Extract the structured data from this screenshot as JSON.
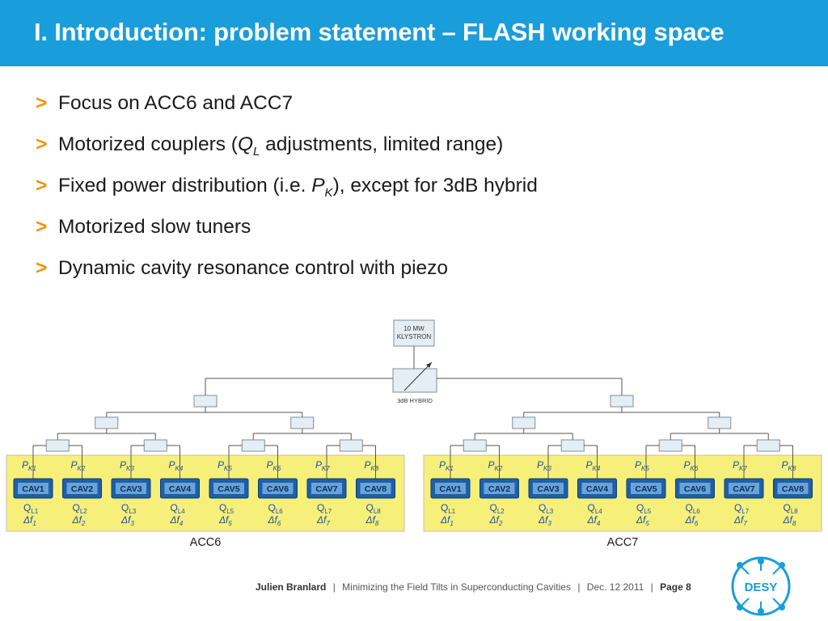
{
  "header": {
    "title": "I. Introduction: problem statement – FLASH working space"
  },
  "bullets": [
    {
      "pre": "Focus on ACC6 and ACC7",
      "sym": "",
      "sub": "",
      "post": ""
    },
    {
      "pre": "Motorized couplers (",
      "sym": "Q",
      "sub": "L",
      "post": " adjustments, limited range)"
    },
    {
      "pre": "Fixed power distribution (i.e. ",
      "sym": "P",
      "sub": "K",
      "post": "), except for 3dB hybrid"
    },
    {
      "pre": "Motorized slow tuners",
      "sym": "",
      "sub": "",
      "post": ""
    },
    {
      "pre": "Dynamic cavity resonance control with piezo",
      "sym": "",
      "sub": "",
      "post": ""
    }
  ],
  "diagram": {
    "klystron": [
      "10 MW",
      "KLYSTRON"
    ],
    "hybrid_label": "3dB HYBRID",
    "modules": [
      {
        "name": "ACC6",
        "cavities": [
          "CAV1",
          "CAV2",
          "CAV3",
          "CAV4",
          "CAV5",
          "CAV6",
          "CAV7",
          "CAV8"
        ],
        "pk": [
          "K1",
          "K2",
          "K3",
          "K4",
          "K5",
          "K6",
          "K7",
          "K8"
        ],
        "ql": [
          "L1",
          "L2",
          "L3",
          "L4",
          "L5",
          "L6",
          "L7",
          "L8"
        ],
        "df": [
          "1",
          "2",
          "3",
          "4",
          "5",
          "6",
          "7",
          "8"
        ]
      },
      {
        "name": "ACC7",
        "cavities": [
          "CAV1",
          "CAV2",
          "CAV3",
          "CAV4",
          "CAV5",
          "CAV6",
          "CAV7",
          "CAV8"
        ],
        "pk": [
          "K1",
          "K2",
          "K3",
          "K4",
          "K5",
          "K6",
          "K7",
          "K8"
        ],
        "ql": [
          "L1",
          "L2",
          "L3",
          "L4",
          "L5",
          "L6",
          "L7",
          "L8"
        ],
        "df": [
          "1",
          "2",
          "3",
          "4",
          "5",
          "6",
          "7",
          "8"
        ]
      }
    ],
    "symbols": {
      "p": "P",
      "q": "Q",
      "delta_f": "Δf"
    }
  },
  "footer": {
    "author": "Julien Branlard",
    "title": "Minimizing the Field Tilts in Superconducting Cavities",
    "date": "Dec. 12 2011",
    "page": "Page 8",
    "separator": "|"
  },
  "logo": {
    "text": "DESY",
    "icon": "desy-logo-icon"
  },
  "colors": {
    "header_bg": "#1a9ddb",
    "bullet_marker": "#f29200",
    "module_bg": "#f6f07b",
    "cavity_bg": "#1f5fa8",
    "cavity_text": "#ffffff",
    "param_text": "#1f4fa0"
  }
}
